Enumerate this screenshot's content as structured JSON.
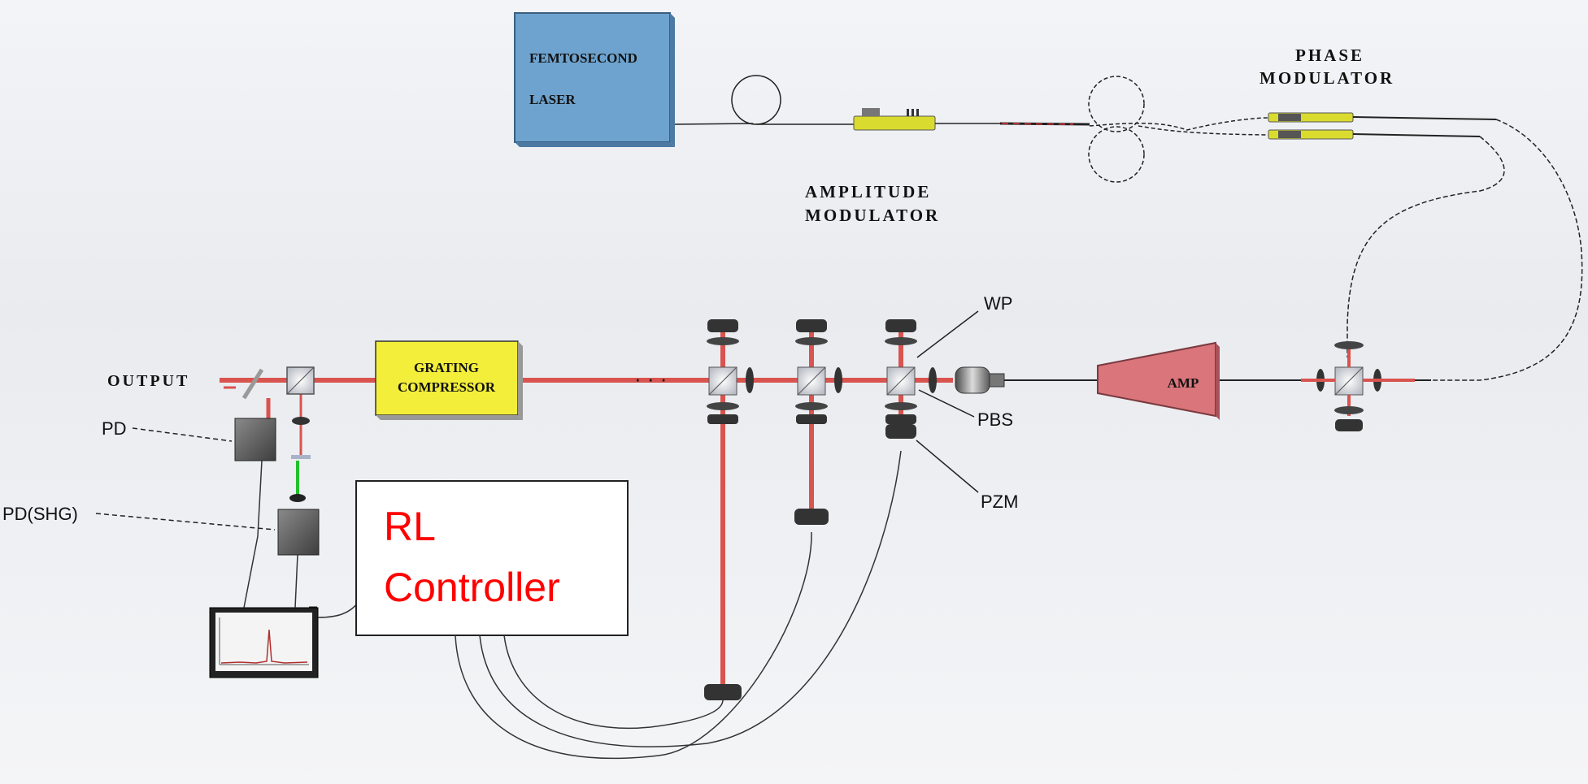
{
  "diagram": {
    "laser_label_line1": "FEMTOSECOND",
    "laser_label_line2": "LASER",
    "amplitude_modulator_line1": "AMPLITUDE",
    "amplitude_modulator_line2": "MODULATOR",
    "phase_modulator_line1": "PHASE",
    "phase_modulator_line2": "MODULATOR",
    "grating_compressor_line1": "GRATING",
    "grating_compressor_line2": "COMPRESSOR",
    "output_label": "OUTPUT",
    "amp_label": "AMP",
    "wp_label": "WP",
    "pbs_label": "PBS",
    "pzm_label": "PZM",
    "pd_label": "PD",
    "pd_shg_label": "PD(SHG)",
    "rl_controller_line1": "RL",
    "rl_controller_line2": "Controller",
    "ellipsis": "· · ·"
  },
  "colors": {
    "beam_red": "#d9534f",
    "beam_green": "#22c02a",
    "laser_box": "#6ea3cf",
    "compressor_box": "#f3ee3a",
    "amp_fill": "#d9757b",
    "modulator_body": "#d9dc2f",
    "rl_text": "#ff0000"
  }
}
